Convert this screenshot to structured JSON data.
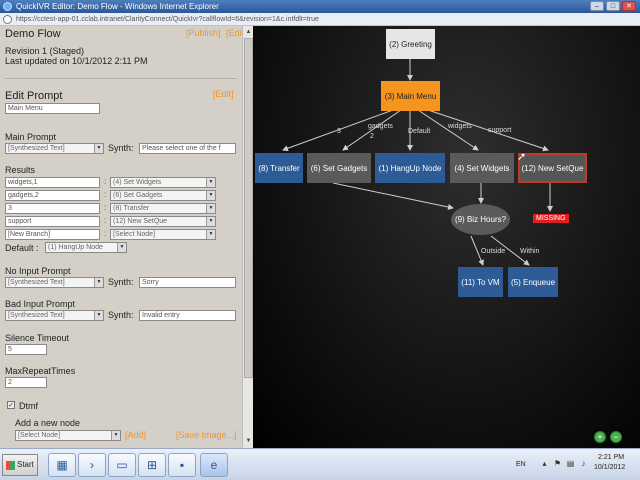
{
  "window": {
    "title": "QuickIVR Editor: Demo Flow - Windows Internet Explorer",
    "url": "https://cctest-app-01.cclab.intranet/ClarityConnect/QuickIvr?callflowId=6&revision=1&c.intfdlt=true",
    "controls": [
      "–",
      "□",
      "✕"
    ]
  },
  "flow": {
    "name": "Demo Flow",
    "publish_link": "[Publish]",
    "edit_link": "[Edit]",
    "revision": "Revision 1 (Staged)",
    "updated": "Last updated on 10/1/2012 2:11 PM"
  },
  "prompt": {
    "heading": "Edit Prompt",
    "edit_link": "[Edit]",
    "name_value": "Main Menu",
    "main_prompt_label": "Main Prompt",
    "main_prompt_type": "[Synthesized Text]",
    "synth_label": "Synth:",
    "main_prompt_synth": "Please select one of the f",
    "results_label": "Results",
    "results": [
      {
        "key": "widgets,1",
        "node": "(4) Set Widgets"
      },
      {
        "key": "gadgets,2",
        "node": "(6) Set Gadgets"
      },
      {
        "key": "3",
        "node": "(8) Transfer"
      },
      {
        "key": "support",
        "node": "(12) New SetQue"
      },
      {
        "key": "[New Branch]",
        "node": "[Select Node]"
      }
    ],
    "colon": ":",
    "default_label": "Default :",
    "default_node": "(1) HangUp Node",
    "no_input_label": "No Input Prompt",
    "no_input_type": "[Synthesized Text]",
    "no_input_synth": "Sorry",
    "bad_input_label": "Bad Input Prompt",
    "bad_input_type": "[Synthesized Text]",
    "bad_input_synth": "Invalid entry",
    "silence_label": "Silence Timeout",
    "silence_value": "5",
    "max_repeat_label": "MaxRepeatTimes",
    "max_repeat_value": "2",
    "dtmf_label": "Dtmf",
    "add_node_label": "Add a new node",
    "add_node_select": "[Select Node]",
    "add_link": "[Add]",
    "save_image_link": "[Save Image...]"
  },
  "diagram": {
    "nodes": {
      "greeting": "(2) Greeting",
      "main_menu": "(3) Main Menu",
      "transfer": "(8) Transfer",
      "set_gadgets": "(6) Set Gadgets",
      "hangup": "(1) HangUp Node",
      "set_widgets": "(4) Set Widgets",
      "new_setque": "(12) New SetQue",
      "biz_hours": "(9) Biz Hours?",
      "to_vm": "(11) To VM",
      "enqueue": "(5) Enqueue",
      "missing": "MISSING"
    },
    "edge_labels": {
      "three": "3",
      "gadgets": "gadgets",
      "two": "2",
      "default": "Default",
      "widgets": "widgets",
      "support": "support",
      "outside": "Outside",
      "within": "Within"
    },
    "zoom_in": "+",
    "zoom_out": "−"
  },
  "taskbar": {
    "start": "Start",
    "language": "EN",
    "time": "2:21 PM",
    "date": "10/1/2012"
  }
}
